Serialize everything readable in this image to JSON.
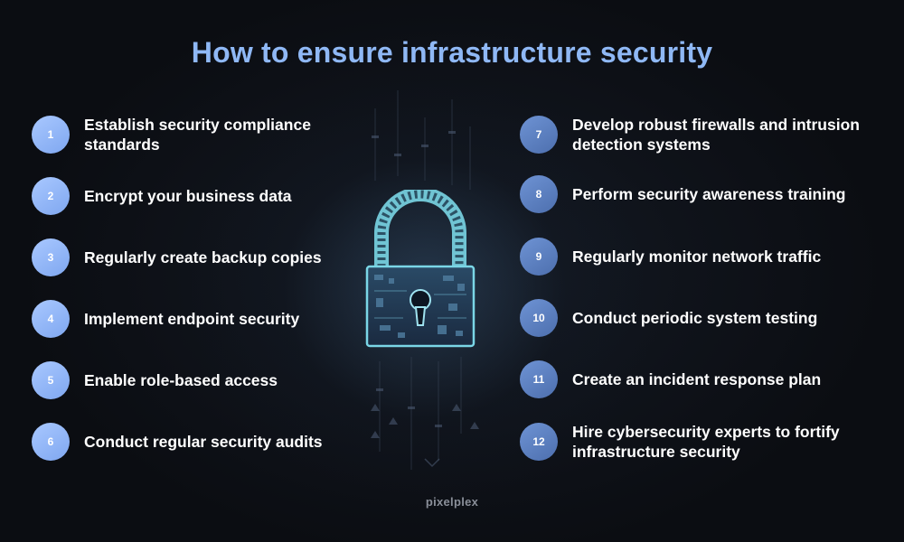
{
  "title": "How to ensure infrastructure security",
  "brand": "pixelplex",
  "left_items": [
    {
      "number": "1",
      "text": "Establish security compliance standards"
    },
    {
      "number": "2",
      "text": "Encrypt your business data"
    },
    {
      "number": "3",
      "text": "Regularly create backup copies"
    },
    {
      "number": "4",
      "text": "Implement endpoint security"
    },
    {
      "number": "5",
      "text": "Enable role-based access"
    },
    {
      "number": "6",
      "text": "Conduct regular security audits"
    }
  ],
  "right_items": [
    {
      "number": "7",
      "text": "Develop robust firewalls and intrusion detection systems"
    },
    {
      "number": "8",
      "text": "Perform security awareness training"
    },
    {
      "number": "9",
      "text": "Regularly monitor network traffic"
    },
    {
      "number": "10",
      "text": "Conduct periodic system testing"
    },
    {
      "number": "11",
      "text": "Create an incident response plan"
    },
    {
      "number": "12",
      "text": "Hire cybersecurity experts to fortify infrastructure security"
    }
  ],
  "colors": {
    "title": "#8fb8f5",
    "badge_left": "#8fb3f7",
    "badge_right": "#5a7cbc",
    "lock": "#7ad6e6",
    "background": "#0b0d12"
  },
  "icons": {
    "center": "padlock-icon"
  }
}
